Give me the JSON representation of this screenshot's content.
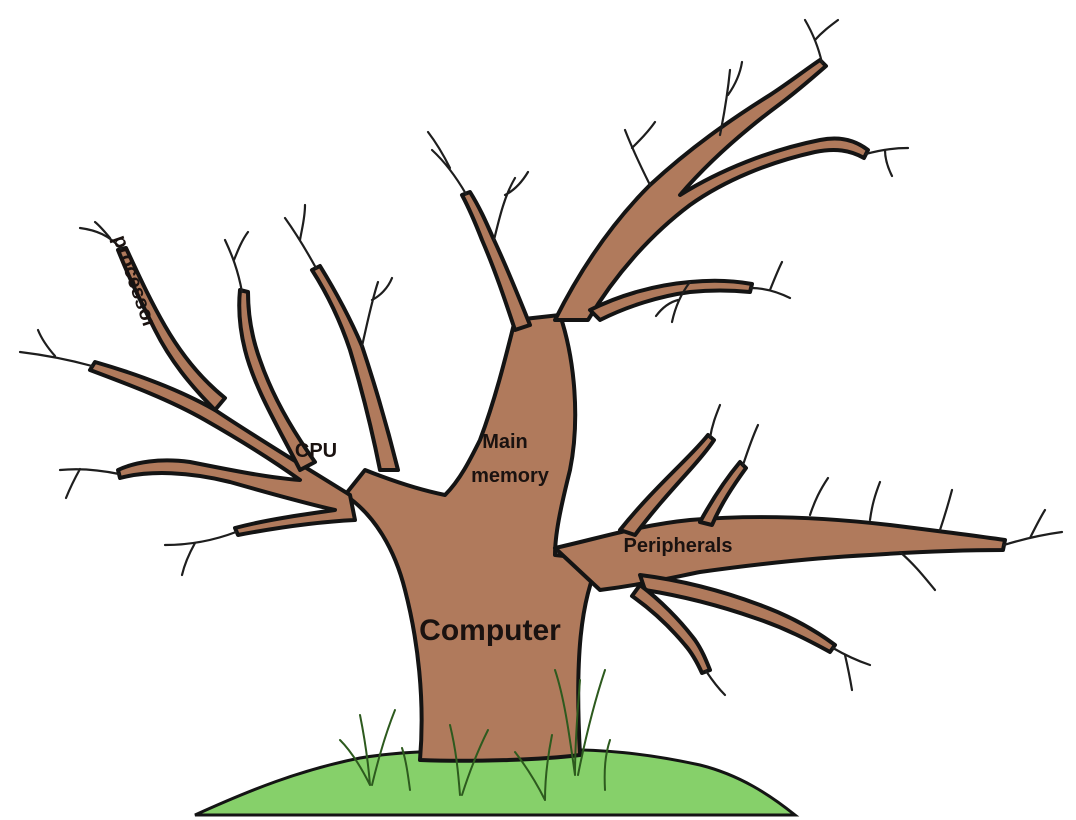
{
  "diagram": {
    "type": "tree",
    "labels": {
      "trunk": "Computer",
      "branch_cpu": "CPU",
      "branch_main_memory_line1": "Main",
      "branch_main_memory_line2": "memory",
      "branch_peripherals": "Peripherals",
      "twig_processor": "processor"
    }
  },
  "colors": {
    "bark": "#b07a5c",
    "outline": "#141414",
    "twig": "#1e1e1e",
    "grass": "#86d06a",
    "grass_dark": "#3f7d2a",
    "background": "#ffffff"
  }
}
